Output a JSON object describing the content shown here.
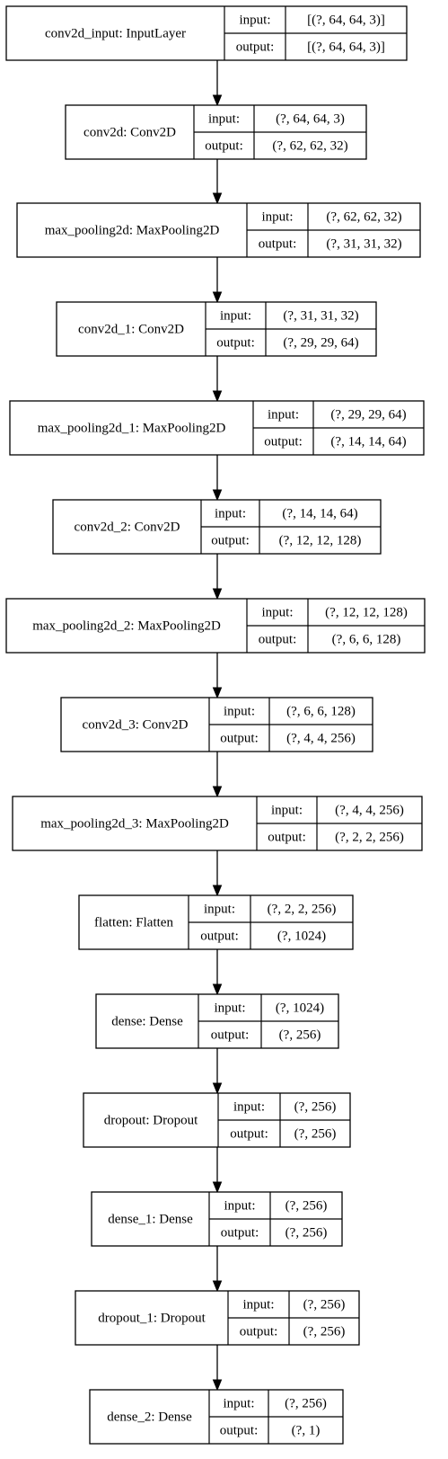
{
  "layers": [
    {
      "name": "conv2d_input: InputLayer",
      "input_label": "input:",
      "output_label": "output:",
      "input": "[(?, 64, 64, 3)]",
      "output": "[(?, 64, 64, 3)]"
    },
    {
      "name": "conv2d: Conv2D",
      "input_label": "input:",
      "output_label": "output:",
      "input": "(?, 64, 64, 3)",
      "output": "(?, 62, 62, 32)"
    },
    {
      "name": "max_pooling2d: MaxPooling2D",
      "input_label": "input:",
      "output_label": "output:",
      "input": "(?, 62, 62, 32)",
      "output": "(?, 31, 31, 32)"
    },
    {
      "name": "conv2d_1: Conv2D",
      "input_label": "input:",
      "output_label": "output:",
      "input": "(?, 31, 31, 32)",
      "output": "(?, 29, 29, 64)"
    },
    {
      "name": "max_pooling2d_1: MaxPooling2D",
      "input_label": "input:",
      "output_label": "output:",
      "input": "(?, 29, 29, 64)",
      "output": "(?, 14, 14, 64)"
    },
    {
      "name": "conv2d_2: Conv2D",
      "input_label": "input:",
      "output_label": "output:",
      "input": "(?, 14, 14, 64)",
      "output": "(?, 12, 12, 128)"
    },
    {
      "name": "max_pooling2d_2: MaxPooling2D",
      "input_label": "input:",
      "output_label": "output:",
      "input": "(?, 12, 12, 128)",
      "output": "(?, 6, 6, 128)"
    },
    {
      "name": "conv2d_3: Conv2D",
      "input_label": "input:",
      "output_label": "output:",
      "input": "(?, 6, 6, 128)",
      "output": "(?, 4, 4, 256)"
    },
    {
      "name": "max_pooling2d_3: MaxPooling2D",
      "input_label": "input:",
      "output_label": "output:",
      "input": "(?, 4, 4, 256)",
      "output": "(?, 2, 2, 256)"
    },
    {
      "name": "flatten: Flatten",
      "input_label": "input:",
      "output_label": "output:",
      "input": "(?, 2, 2, 256)",
      "output": "(?, 1024)"
    },
    {
      "name": "dense: Dense",
      "input_label": "input:",
      "output_label": "output:",
      "input": "(?, 1024)",
      "output": "(?, 256)"
    },
    {
      "name": "dropout: Dropout",
      "input_label": "input:",
      "output_label": "output:",
      "input": "(?, 256)",
      "output": "(?, 256)"
    },
    {
      "name": "dense_1: Dense",
      "input_label": "input:",
      "output_label": "output:",
      "input": "(?, 256)",
      "output": "(?, 256)"
    },
    {
      "name": "dropout_1: Dropout",
      "input_label": "input:",
      "output_label": "output:",
      "input": "(?, 256)",
      "output": "(?, 256)"
    },
    {
      "name": "dense_2: Dense",
      "input_label": "input:",
      "output_label": "output:",
      "input": "(?, 256)",
      "output": "(?, 1)"
    }
  ]
}
